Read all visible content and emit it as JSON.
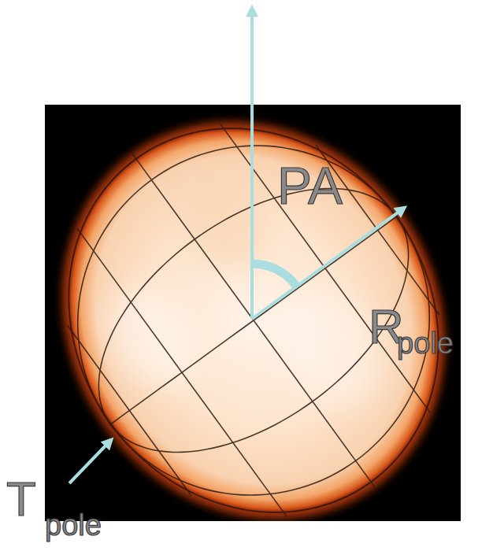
{
  "diagram": {
    "labels": [
      "PA",
      "R",
      "pole",
      "T",
      "pole"
    ]
  }
}
